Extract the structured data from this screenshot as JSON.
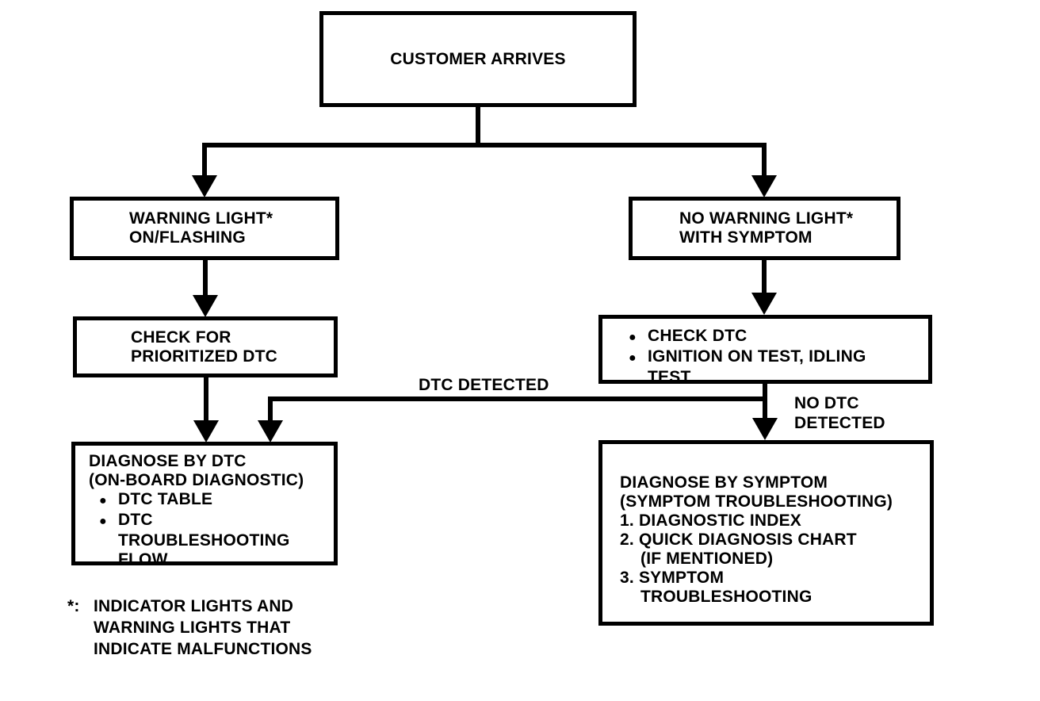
{
  "colors": {
    "ink": "#000000",
    "background": "#ffffff"
  },
  "glyphs": {
    "bullet": "●"
  },
  "nodes": {
    "customer_arrives": {
      "lines": [
        "CUSTOMER ARRIVES"
      ]
    },
    "warning_light_on": {
      "lines": [
        "WARNING LIGHT*",
        "ON/FLASHING"
      ]
    },
    "no_warning_light": {
      "lines": [
        "NO WARNING LIGHT*",
        "WITH SYMPTOM"
      ]
    },
    "check_for_prioritized_dtc": {
      "lines": [
        "CHECK FOR",
        "PRIORITIZED DTC"
      ]
    },
    "check_dtc_tests": {
      "lines": [
        "CHECK DTC",
        "IGNITION ON TEST, IDLING",
        "TEST"
      ]
    },
    "diagnose_by_dtc": {
      "lines": [
        "DIAGNOSE BY DTC",
        "(ON-BOARD DIAGNOSTIC)",
        "DTC TABLE",
        "DTC",
        "TROUBLESHOOTING",
        "FLOW"
      ]
    },
    "diagnose_by_symptom": {
      "lines": [
        "DIAGNOSE BY SYMPTOM",
        "(SYMPTOM TROUBLESHOOTING)",
        "1. DIAGNOSTIC INDEX",
        "2. QUICK DIAGNOSIS CHART",
        "(IF MENTIONED)",
        "3. SYMPTOM",
        "TROUBLESHOOTING"
      ]
    }
  },
  "edge_labels": {
    "dtc_detected": "DTC DETECTED",
    "no_dtc_detected": {
      "lines": [
        "NO DTC",
        "DETECTED"
      ]
    }
  },
  "footnote": {
    "marker": "*:",
    "lines": [
      "INDICATOR LIGHTS AND",
      "WARNING LIGHTS THAT",
      "INDICATE MALFUNCTIONS"
    ]
  }
}
